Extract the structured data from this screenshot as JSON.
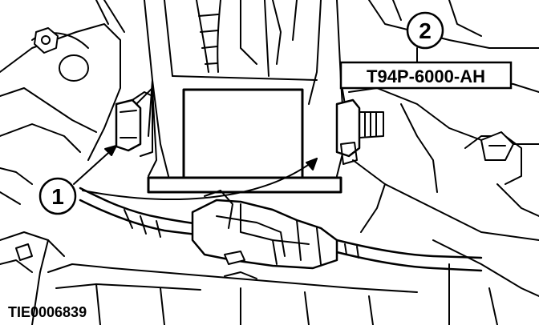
{
  "figure_id": "TIE0006839",
  "callouts": [
    {
      "number": "1"
    },
    {
      "number": "2",
      "label": "T94P-6000-AH"
    }
  ],
  "colors": {
    "ink": "#000000",
    "paper": "#ffffff"
  }
}
